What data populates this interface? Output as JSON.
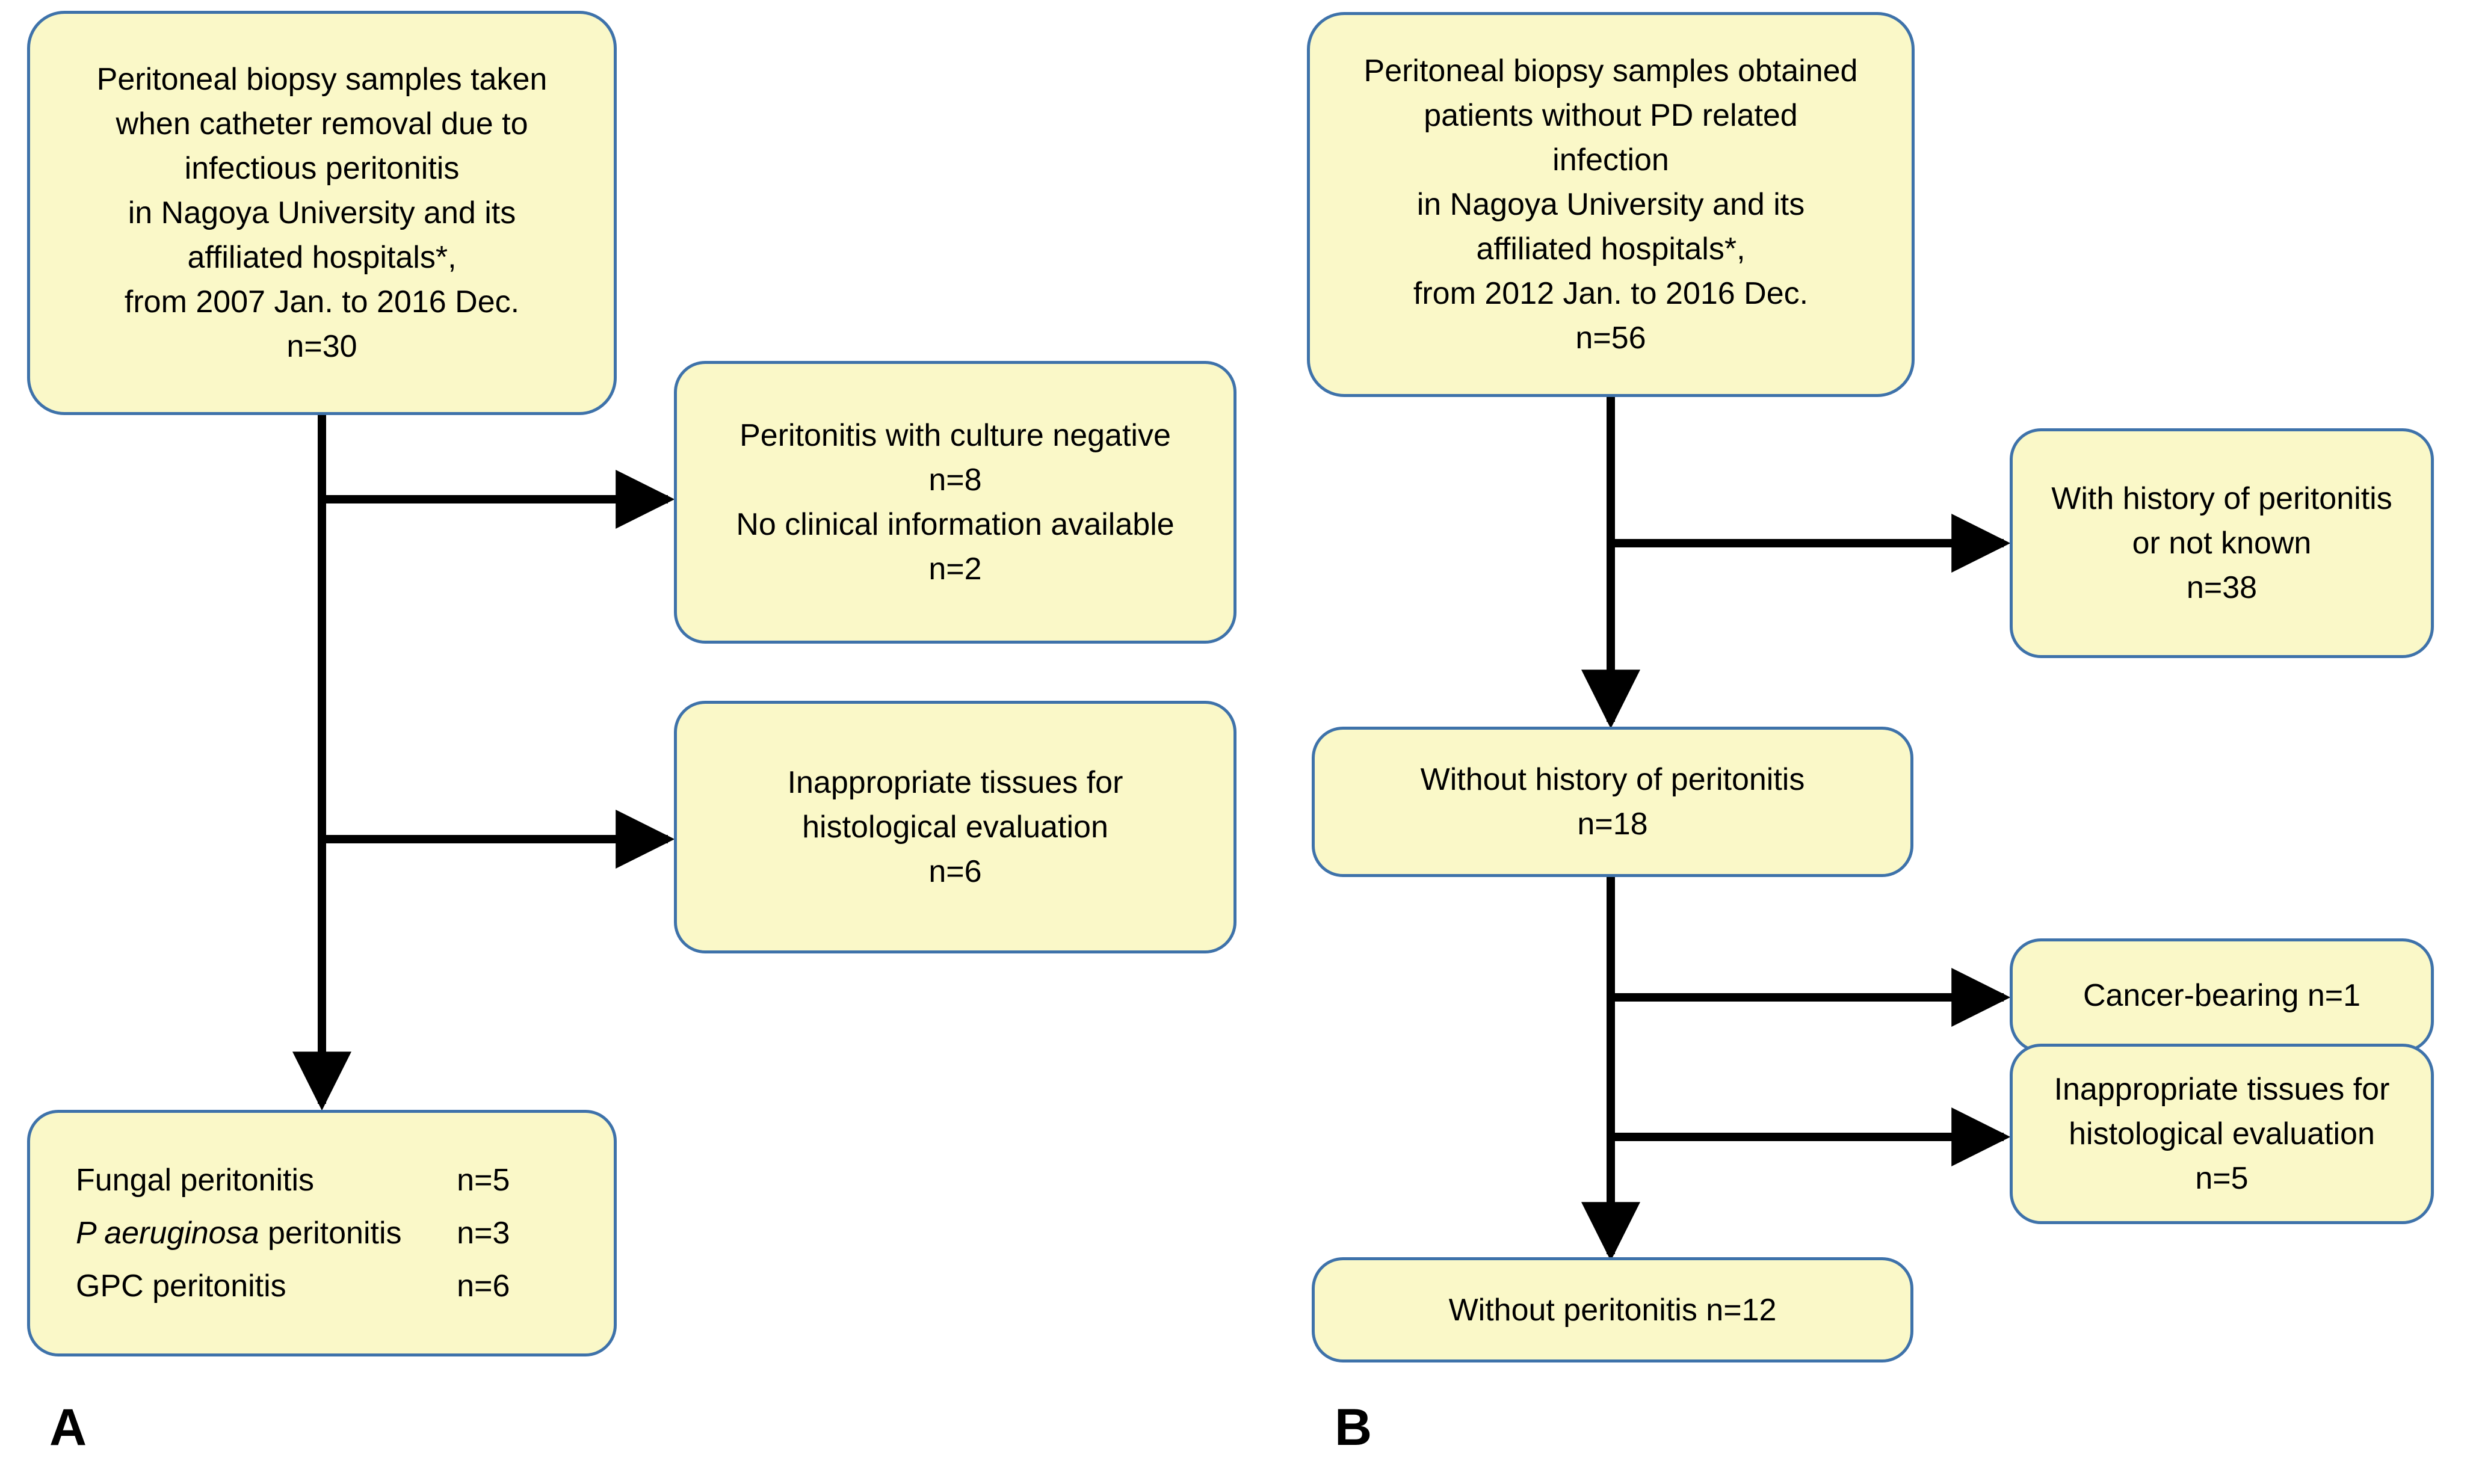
{
  "figure": {
    "background_color": "#ffffff",
    "node_fill": "#FAF8C8",
    "node_border": "#3E72AA",
    "connector_color": "#000000"
  },
  "panels": [
    {
      "id": "A",
      "label": "A",
      "nodes": {
        "source": "Peritoneal biopsy samples taken\nwhen catheter removal due to\ninfectious peritonitis\nin Nagoya University and its\naffiliated hospitals*,\nfrom 2007 Jan. to 2016 Dec.\nn=30",
        "exclusion_1": "Peritonitis with culture negative\nn=8\nNo clinical information available\nn=2",
        "exclusion_2": "Inappropriate tissues for\nhistological evaluation\nn=6"
      },
      "outcome_rows": [
        {
          "name": "Fungal peritonitis",
          "name_italic": "",
          "count": "n=5"
        },
        {
          "name": " peritonitis",
          "name_italic": "P aeruginosa",
          "count": "n=3"
        },
        {
          "name": "GPC peritonitis",
          "name_italic": "",
          "count": "n=6"
        }
      ]
    },
    {
      "id": "B",
      "label": "B",
      "nodes": {
        "source": "Peritoneal biopsy samples obtained\npatients without PD related\ninfection\nin Nagoya University and its\naffiliated hospitals*,\nfrom 2012 Jan. to 2016 Dec.\nn=56",
        "exclusion_1": "With history of peritonitis\nor not known\nn=38",
        "intermediate": "Without history of peritonitis\nn=18",
        "exclusion_2": "Cancer-bearing   n=1",
        "exclusion_3": "Inappropriate tissues for\nhistological evaluation\nn=5",
        "outcome": "Without peritonitis   n=12"
      }
    }
  ]
}
